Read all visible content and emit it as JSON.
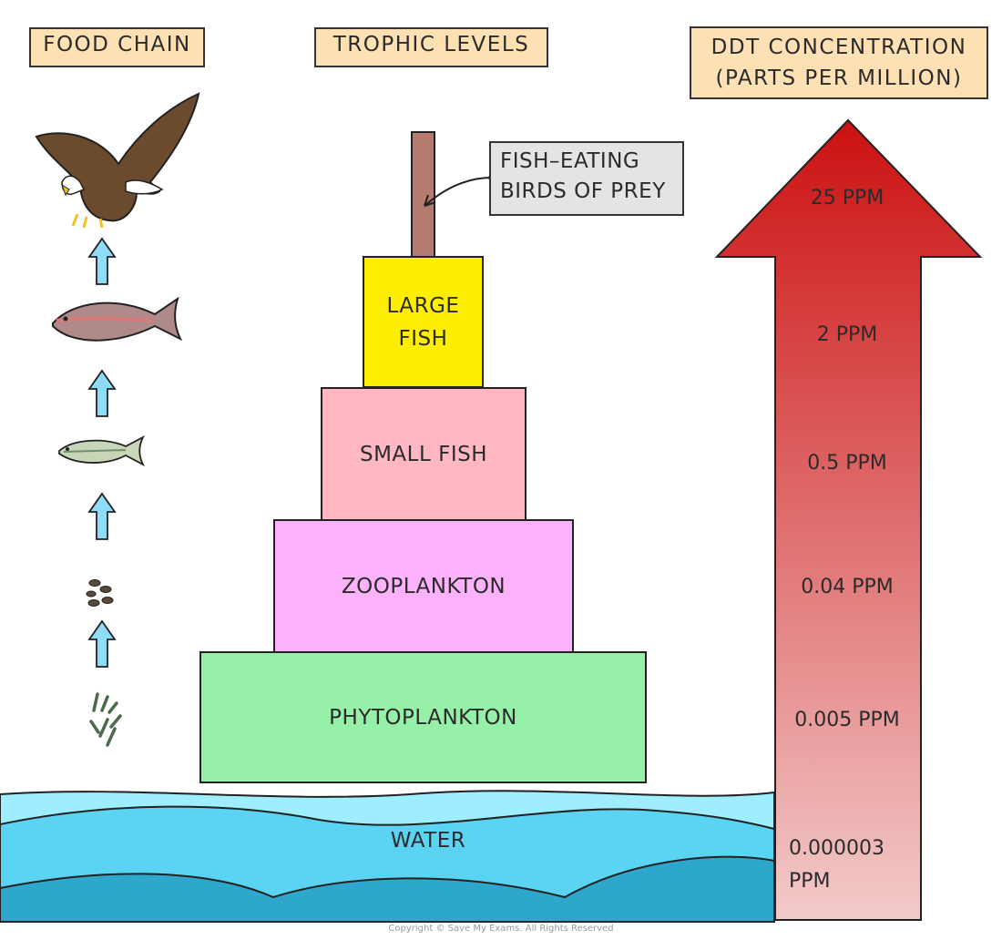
{
  "headers": {
    "food_chain": "FOOD CHAIN",
    "trophic_levels": "TROPHIC LEVELS",
    "ddt_line1": "DDT CONCENTRATION",
    "ddt_line2": "(PARTS PER MILLION)"
  },
  "pyramid": {
    "large_fish": "LARGE\nFISH",
    "small_fish": "SMALL FISH",
    "zooplankton": "ZOOPLANKTON",
    "phytoplankton": "PHYTOPLANKTON"
  },
  "callout": {
    "line1": "FISH–EATING",
    "line2": "BIRDS OF PREY"
  },
  "water": "WATER",
  "ddt_levels": {
    "l1": "25 PPM",
    "l2": "2 PPM",
    "l3": "0.5 PPM",
    "l4": "0.04 PPM",
    "l5": "0.005 PPM",
    "l6": "0.000003\nPPM"
  },
  "colors": {
    "large_fish": "#ffee00",
    "small_fish": "#ffb7c2",
    "zooplankton": "#fbb2fb",
    "phytoplankton": "#97f0a8",
    "bird_bar": "#b57b70",
    "arrow_top": "#cc1111",
    "arrow_bottom": "#f3caca",
    "food_arrow": "#8fdcf7",
    "water_light": "#9eeeff",
    "water_mid": "#5bd3f3",
    "water_dark": "#2da8cc"
  },
  "copyright": "Copyright © Save My Exams. All Rights Reserved"
}
